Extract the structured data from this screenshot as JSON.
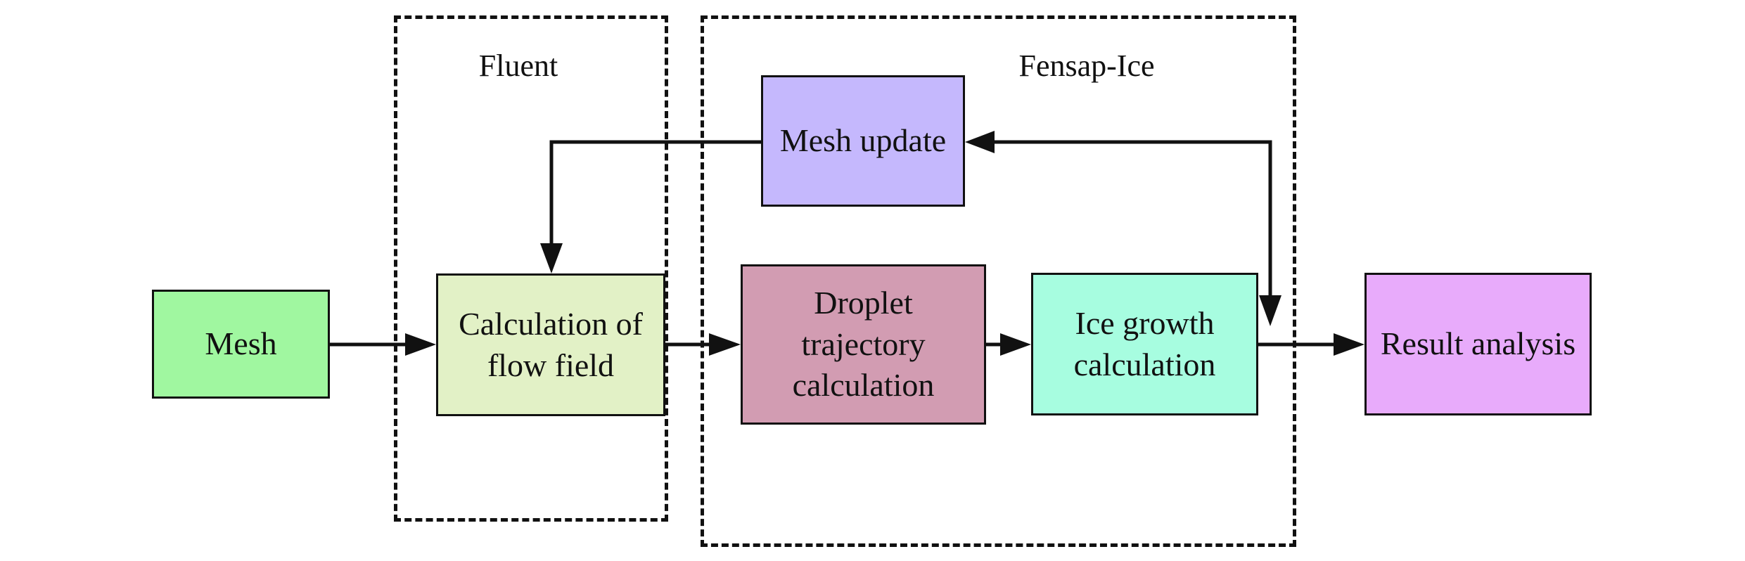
{
  "groups": {
    "fluent": {
      "label": "Fluent"
    },
    "fensap": {
      "label": "Fensap-Ice"
    }
  },
  "nodes": {
    "mesh": {
      "label": "Mesh",
      "color": "#a0f7a0"
    },
    "flow_field": {
      "label": "Calculation of\nflow field",
      "color": "#e2f1c6"
    },
    "droplet": {
      "label": "Droplet\ntrajectory\ncalculation",
      "color": "#d29cb2"
    },
    "ice_growth": {
      "label": "Ice growth\ncalculation",
      "color": "#a7fde0"
    },
    "mesh_update": {
      "label": "Mesh update",
      "color": "#c5b8fd"
    },
    "result": {
      "label": "Result analysis",
      "color": "#e8abfb"
    }
  },
  "edges": [
    {
      "from": "Mesh",
      "to": "Calculation of flow field"
    },
    {
      "from": "Calculation of flow field",
      "to": "Droplet trajectory calculation"
    },
    {
      "from": "Droplet trajectory calculation",
      "to": "Ice growth calculation"
    },
    {
      "from": "Ice growth calculation",
      "to": "Result analysis"
    },
    {
      "from": "Ice growth calculation",
      "to": "Mesh update"
    },
    {
      "from": "Mesh update",
      "to": "Ice growth calculation"
    },
    {
      "from": "Mesh update",
      "to": "Calculation of flow field"
    }
  ]
}
